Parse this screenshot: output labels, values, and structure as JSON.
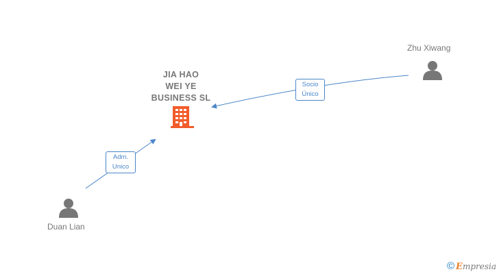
{
  "company": {
    "name_lines": [
      "JIA HAO",
      "WEI YE",
      "BUSINESS  SL"
    ],
    "icon": "building-icon",
    "icon_color": "#f25c2b"
  },
  "people": [
    {
      "name": "Zhu Xiwang",
      "icon": "person-icon"
    },
    {
      "name": "Duan Lian",
      "icon": "person-icon"
    }
  ],
  "relations": [
    {
      "from": "Zhu Xiwang",
      "label_lines": [
        "Socio",
        "Único"
      ]
    },
    {
      "from": "Duan Lian",
      "label_lines": [
        "Adm.",
        "Unico"
      ]
    }
  ],
  "edge_color": "#4a86c8",
  "watermark": {
    "symbol": "©",
    "brand_initial": "E",
    "brand_rest": "mpresia"
  }
}
